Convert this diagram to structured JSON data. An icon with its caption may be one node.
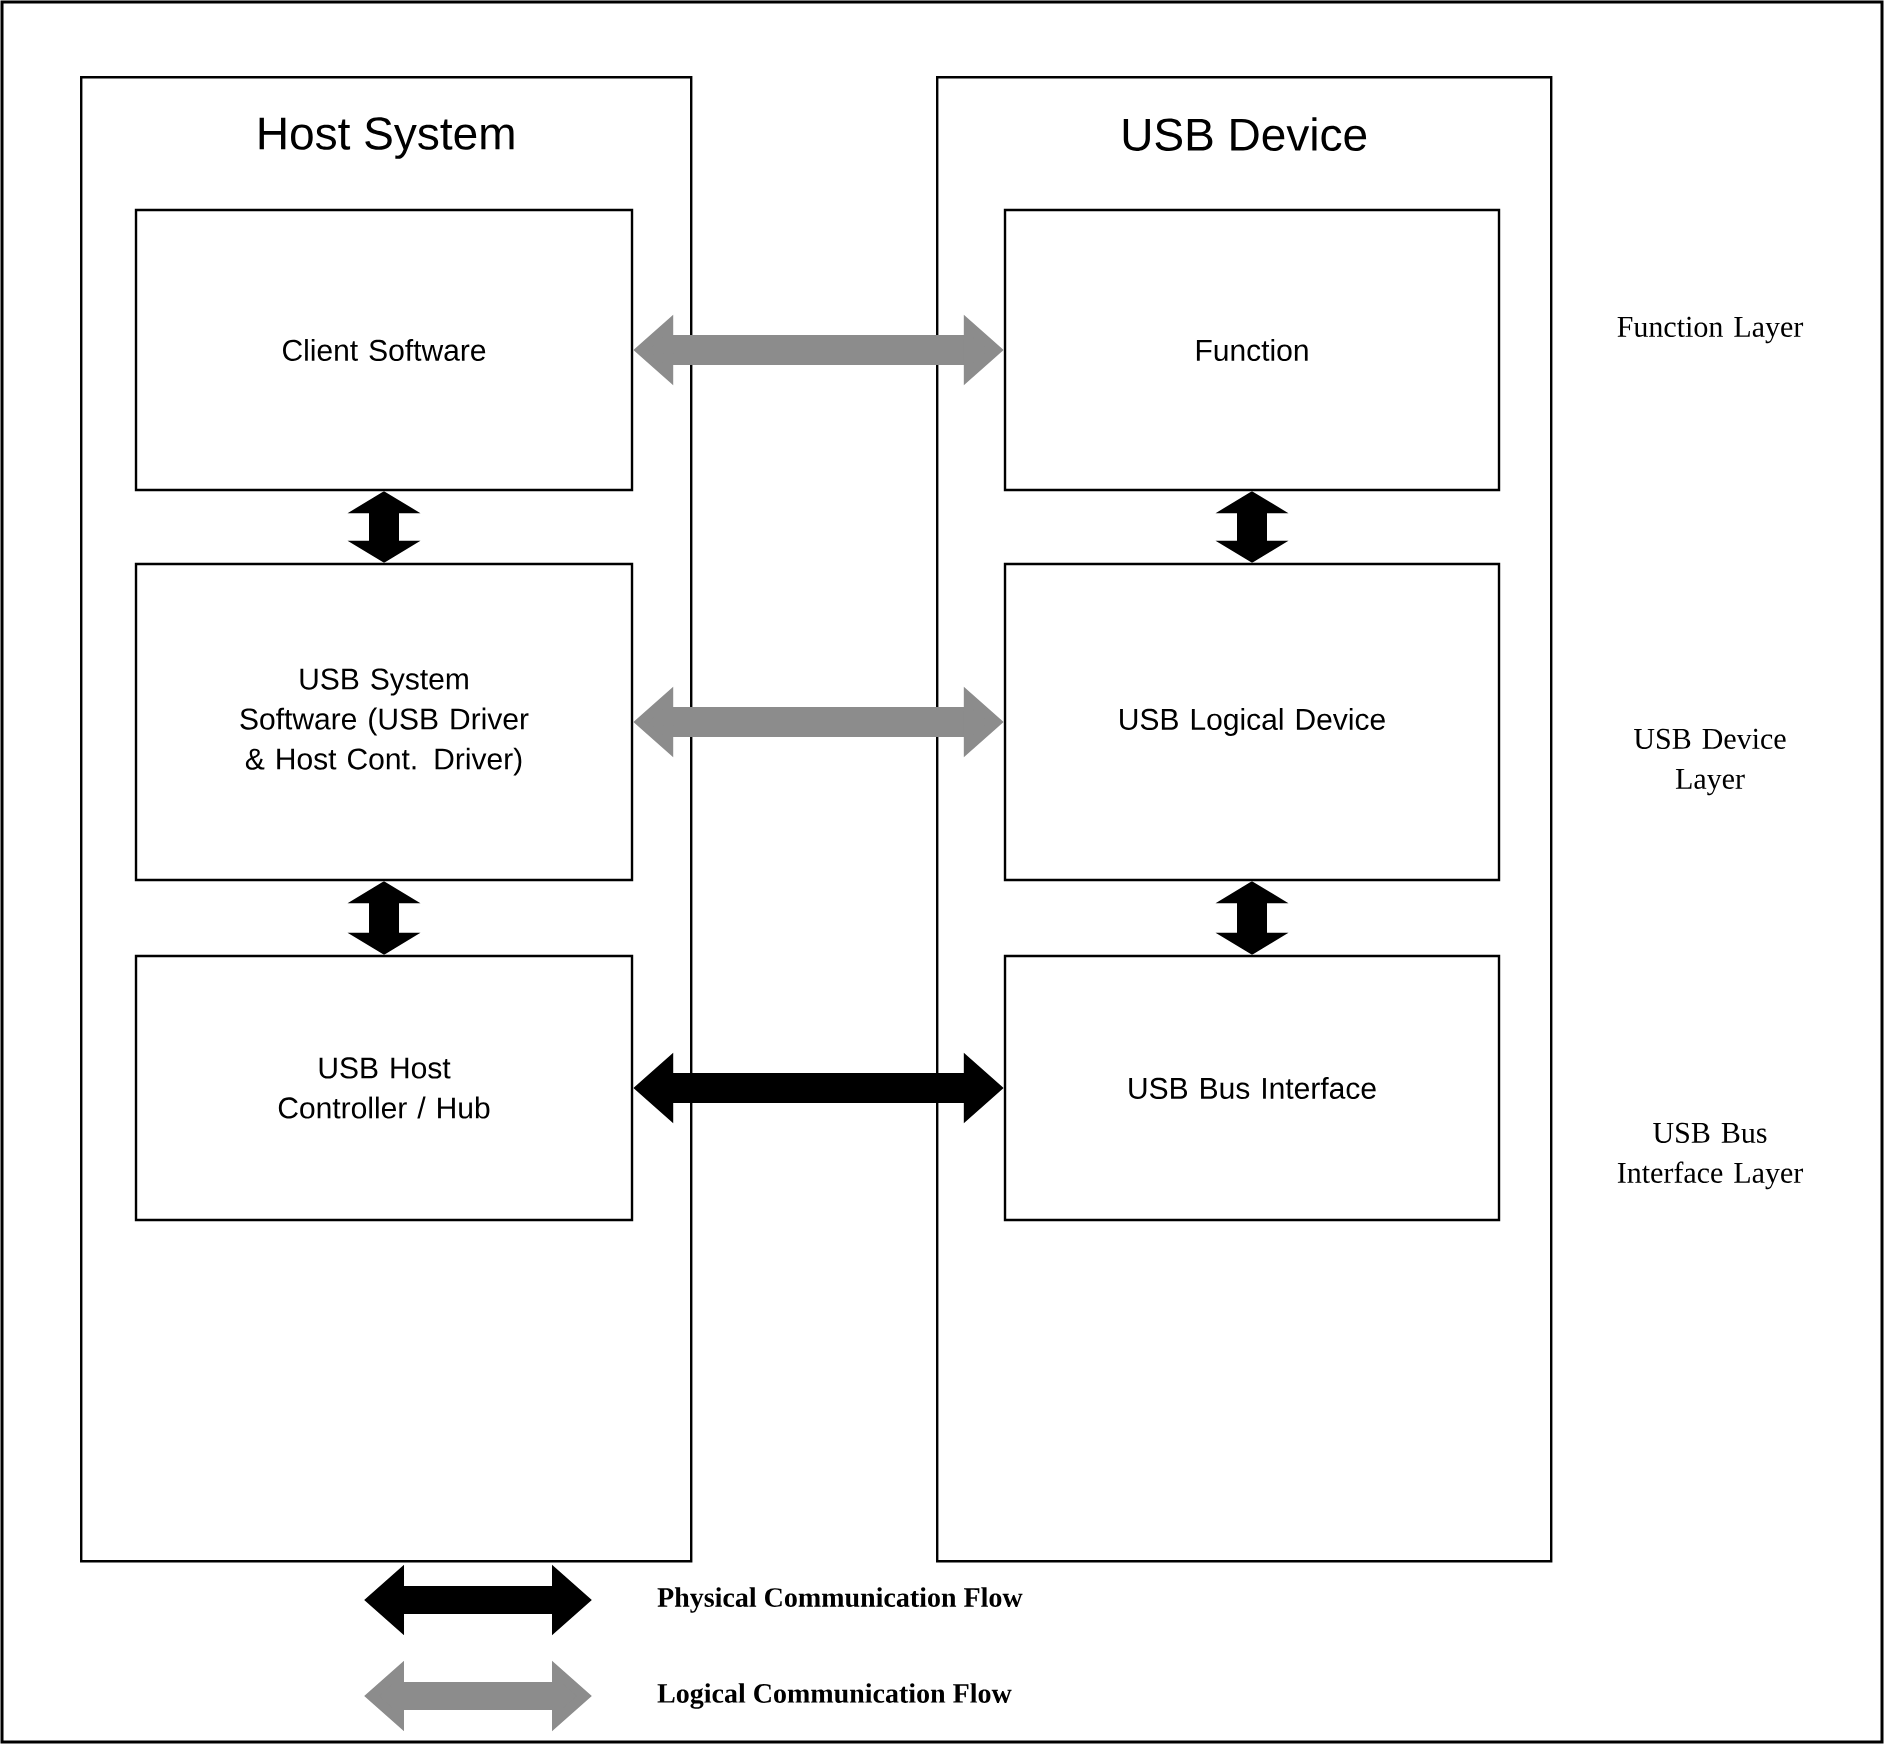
{
  "diagram": {
    "nodes": [
      {
        "text": [
          "Host System"
        ]
      },
      {
        "text": [
          "Client Software"
        ],
        "in": 0
      },
      {
        "text": [
          "USB System Software (USB Driver & Host Cont. Driver)"
        ],
        "in": 0
      },
      {
        "text": [
          "USB Host Controller / Hub"
        ],
        "in": 0
      },
      {
        "text": [
          "USB Device"
        ]
      },
      {
        "text": [
          "Function"
        ],
        "in": 4
      },
      {
        "text": [
          "USB Logical Device"
        ],
        "in": 4
      },
      {
        "text": [
          "USB Bus Interface"
        ],
        "in": 4
      }
    ],
    "edges": [
      {
        "from": 1,
        "to": 5,
        "arrow": "both",
        "color": "#8c8c8c"
      },
      {
        "from": 1,
        "to": 2,
        "arrow": "both",
        "color": "#000000"
      },
      {
        "from": 5,
        "to": 6,
        "arrow": "both",
        "color": "#000000"
      },
      {
        "from": 2,
        "to": 6,
        "arrow": "both",
        "color": "#8c8c8c"
      },
      {
        "from": 2,
        "to": 3,
        "arrow": "both",
        "color": "#000000"
      },
      {
        "from": 6,
        "to": 7,
        "arrow": "both",
        "color": "#000000"
      },
      {
        "from": 3,
        "to": 7,
        "arrow": "both",
        "color": "#000000"
      }
    ],
    "labels": [
      "Function Layer",
      "USB Device Layer",
      "USB Bus Interface Layer"
    ],
    "legend": [
      {
        "text": "Physical Communication Flow"
      },
      {
        "text": "Logical Communication Flow"
      }
    ]
  }
}
